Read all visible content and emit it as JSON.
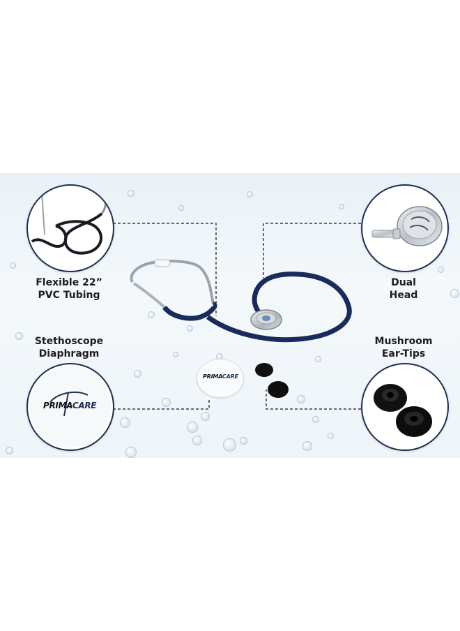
{
  "callouts": {
    "tubing": "Flexible 22”\nPVC Tubing",
    "dual_head": "Dual\nHead",
    "diaphragm": "Stethoscope\nDiaphragm",
    "ear_tips": "Mushroom\nEar-Tips"
  },
  "logo": {
    "brand": "PRIMACARE",
    "brand_left": "PRIMA",
    "brand_right": "CARE"
  },
  "colors": {
    "tubing": "#1b2a5c",
    "circle_border": "#1e2f55",
    "ear_tip": "#111111"
  }
}
